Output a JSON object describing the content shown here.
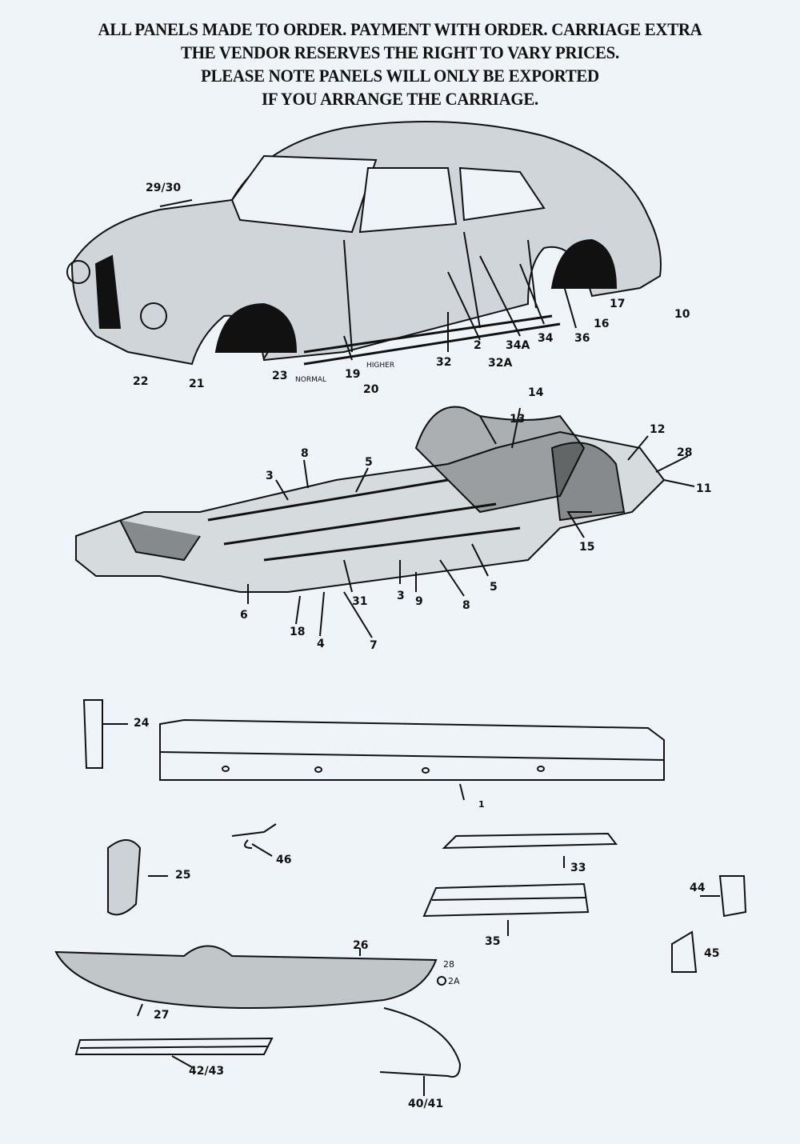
{
  "header": {
    "line1": "ALL PANELS MADE TO ORDER. PAYMENT WITH ORDER. CARRIAGE EXTRA",
    "line2": "THE VENDOR RESERVES THE RIGHT TO VARY PRICES.",
    "line3": "PLEASE NOTE PANELS WILL ONLY BE EXPORTED",
    "line4": "IF YOU ARRANGE THE CARRIAGE."
  },
  "car_labels": [
    "29/30",
    "22",
    "21",
    "23",
    "NORMAL",
    "19",
    "HIGHER",
    "20",
    "32",
    "2",
    "32A",
    "34A",
    "34",
    "36",
    "16",
    "17",
    "10"
  ],
  "chassis_labels": [
    "14",
    "13",
    "12",
    "28",
    "11",
    "15",
    "8",
    "5",
    "3",
    "5",
    "3",
    "9",
    "8",
    "31",
    "6",
    "18",
    "4",
    "7"
  ],
  "parts_labels": [
    "24",
    "1",
    "46",
    "33",
    "25",
    "44",
    "35",
    "45",
    "26",
    "28",
    "2A",
    "27",
    "42/43",
    "40/41"
  ]
}
